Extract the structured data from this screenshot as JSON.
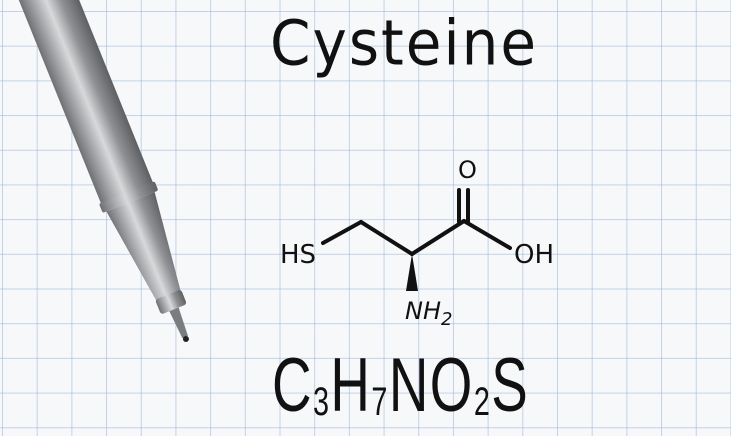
{
  "title": "Cysteine",
  "structure": {
    "labels": {
      "thiol": "HS",
      "carbonyl_oxygen": "O",
      "hydroxyl": "OH",
      "amine": "NH",
      "amine_subscript": "2"
    }
  },
  "formula": {
    "parts": [
      {
        "symbol": "C",
        "count": "3"
      },
      {
        "symbol": "H",
        "count": "7"
      },
      {
        "symbol": "N",
        "count": ""
      },
      {
        "symbol": "O",
        "count": "2"
      },
      {
        "symbol": "S",
        "count": ""
      }
    ],
    "text": "C3H7NO2S"
  },
  "scene": {
    "paper": "grid paper",
    "grid_color": "#96b4d7",
    "object": "silver pen"
  }
}
